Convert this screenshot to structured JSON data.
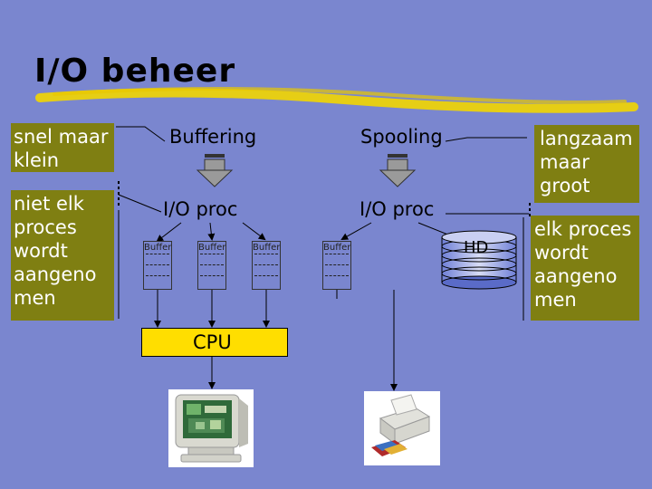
{
  "slide": {
    "title": "I/O beheer"
  },
  "notes": {
    "top_left": [
      "snel maar",
      "klein"
    ],
    "bottom_left": [
      "niet elk",
      "proces",
      "wordt",
      "aangeno",
      "men"
    ],
    "top_right": [
      "langzaam",
      "maar",
      "groot"
    ],
    "bottom_right": [
      "elk proces",
      "wordt",
      "aangeno",
      "men"
    ]
  },
  "diagram": {
    "buffering": "Buffering",
    "spooling": "Spooling",
    "io_proc_left": "I/O proc",
    "io_proc_right": "I/O proc",
    "buffer_label": "Buffer",
    "cpu": "CPU",
    "disk": "HD",
    "icons": [
      "monitor-icon",
      "printer-icon",
      "disk-stack-icon",
      "down-arrow-icon"
    ]
  },
  "colors": {
    "background": "#7a86cf",
    "note_box": "#7f7f12",
    "cpu_box": "#ffde00",
    "underline": "#f2d600"
  }
}
